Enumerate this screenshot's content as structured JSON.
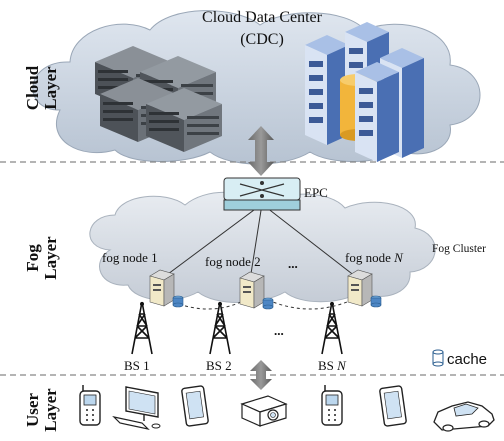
{
  "cloud_layer": {
    "label_top": "Cloud",
    "label_bottom": "Layer",
    "title_line1": "Cloud Data Center",
    "title_line2": "(CDC)"
  },
  "fog_layer": {
    "label_top": "Fog",
    "label_bottom": "Layer",
    "epc_label": "EPC",
    "cluster_label": "Fog Cluster",
    "fog_nodes": [
      "fog node 1",
      "fog node 2",
      "fog node "
    ],
    "fog_node_n_var": "N",
    "ellipsis": "...",
    "base_stations": [
      "BS 1",
      "BS 2",
      "BS "
    ],
    "bs_n_var": "N",
    "bs_ellipsis": "..."
  },
  "user_layer": {
    "label_top": "User",
    "label_bottom": "Layer",
    "devices": [
      "phone-icon",
      "desktop-icon",
      "tablet-icon",
      "projector-icon",
      "phone-icon",
      "tablet-icon",
      "car-icon"
    ]
  },
  "legend": {
    "cache_label": "cache"
  },
  "colors": {
    "cloud_fill": "#c9d3e0",
    "server_blue": "#4a6fb3",
    "server_gray": "#6b7178",
    "router_fill": "#bfe3ec"
  }
}
